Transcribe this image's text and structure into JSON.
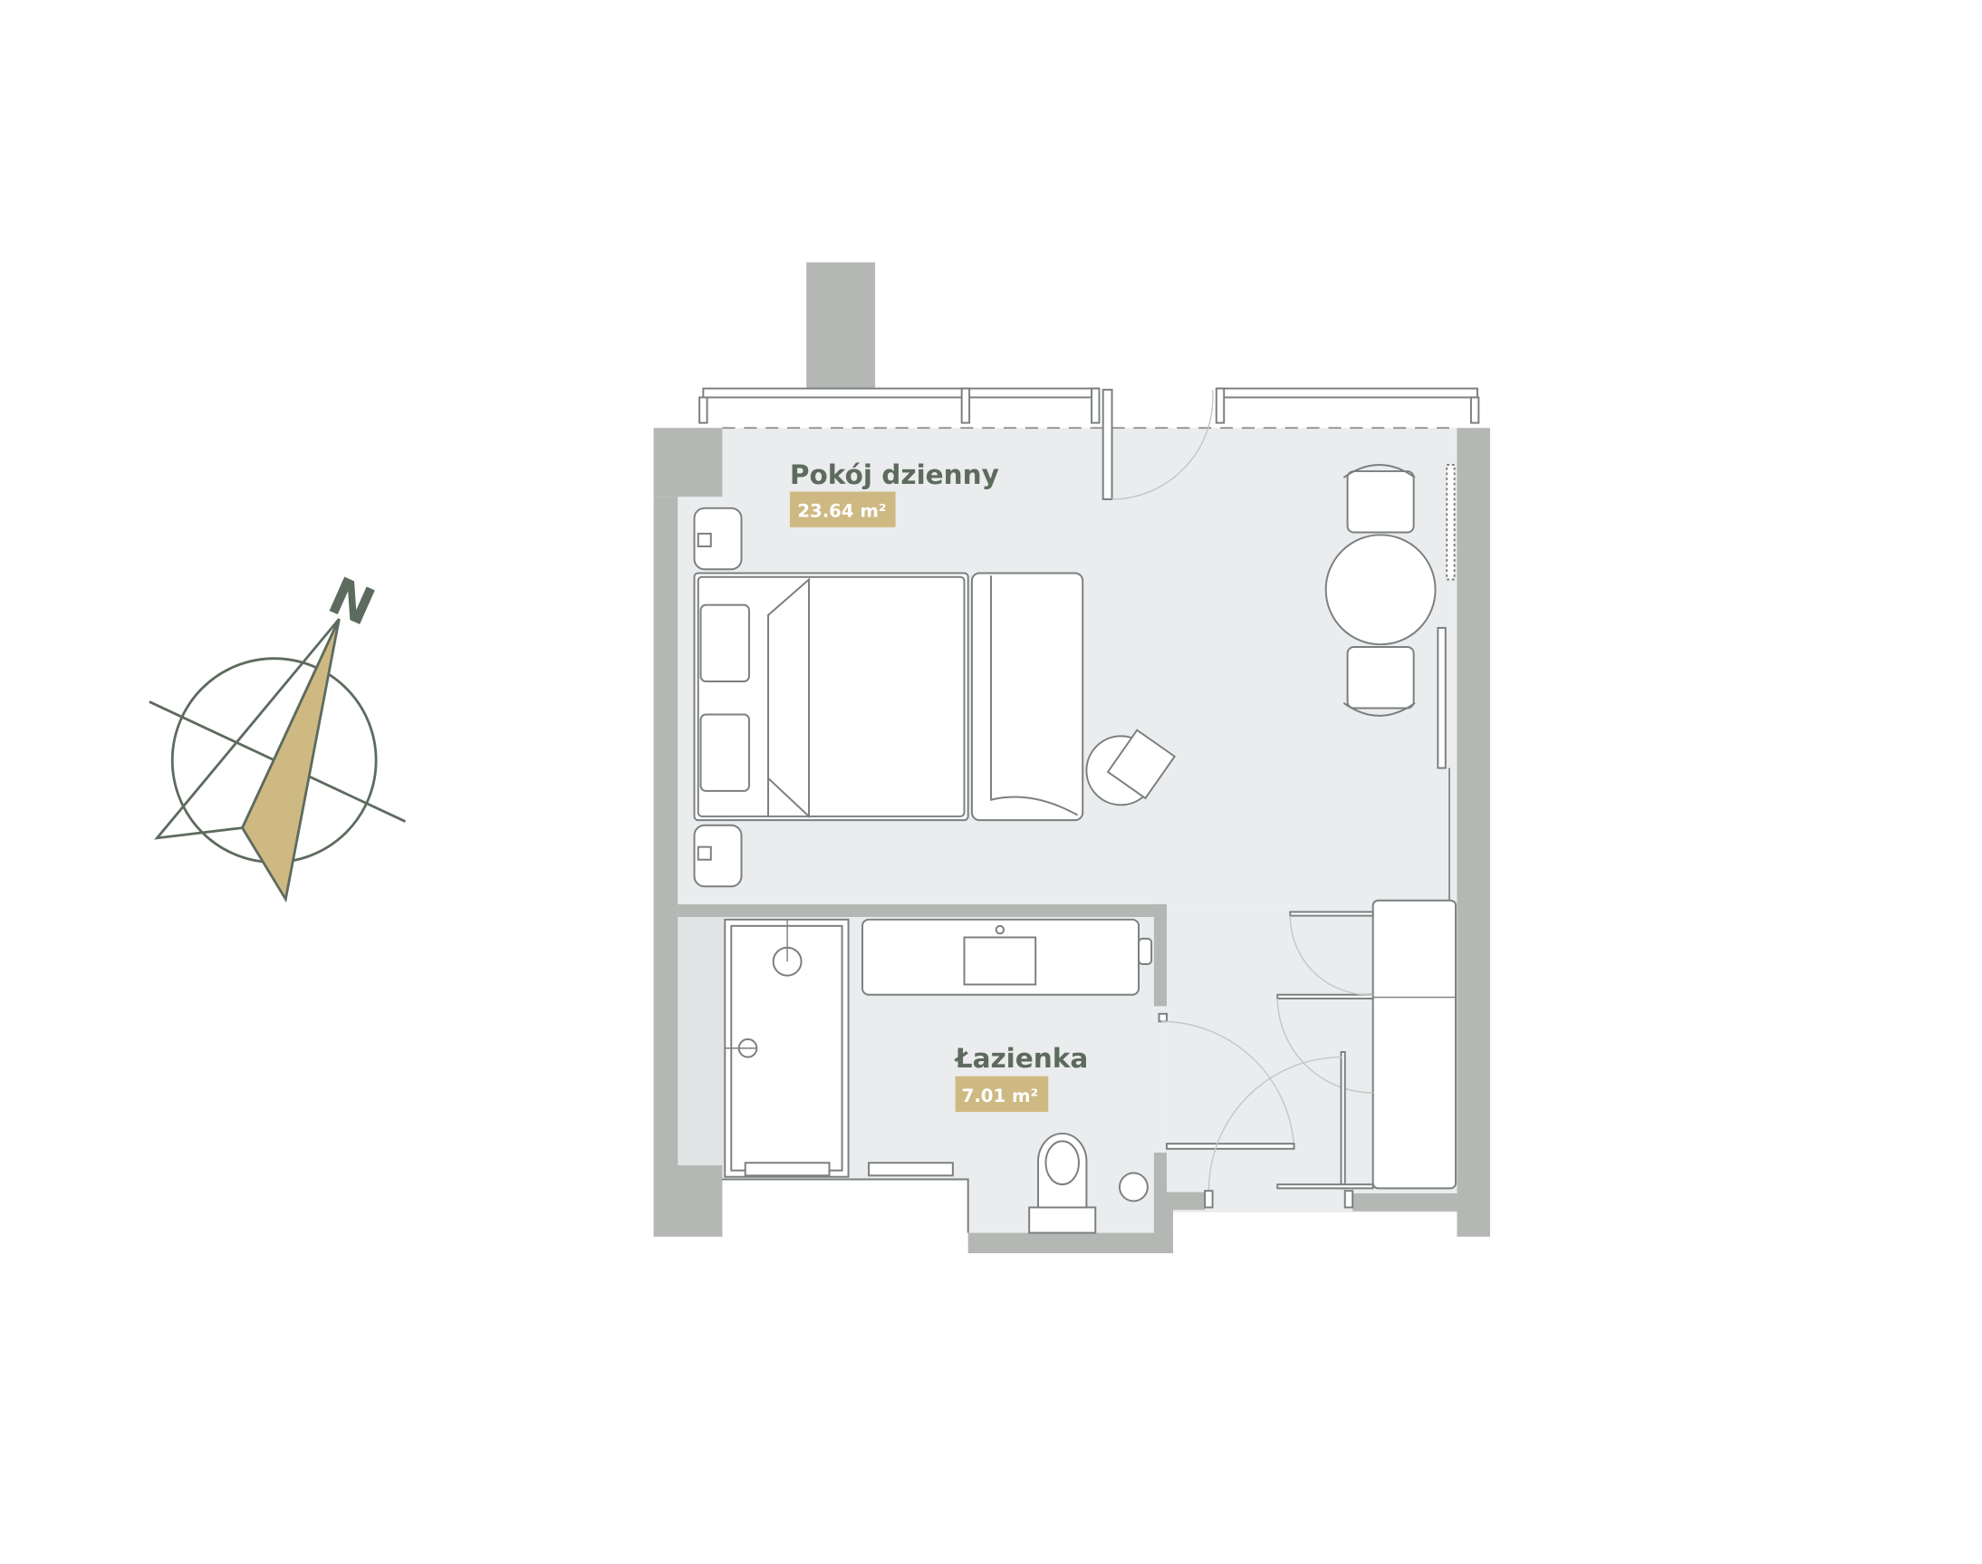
{
  "compass": {
    "label": "N",
    "accent": "#cfb983",
    "stroke": "#5d6b5e"
  },
  "rooms": [
    {
      "name": "Pokój dzienny",
      "area": "23.64 m²"
    },
    {
      "name": "Łazienka",
      "area": "7.01 m²"
    }
  ],
  "colors": {
    "wall": "#b5b7b5",
    "floor": "#ebeced",
    "badge": "#cfb983",
    "label": "#5d6b5e"
  }
}
